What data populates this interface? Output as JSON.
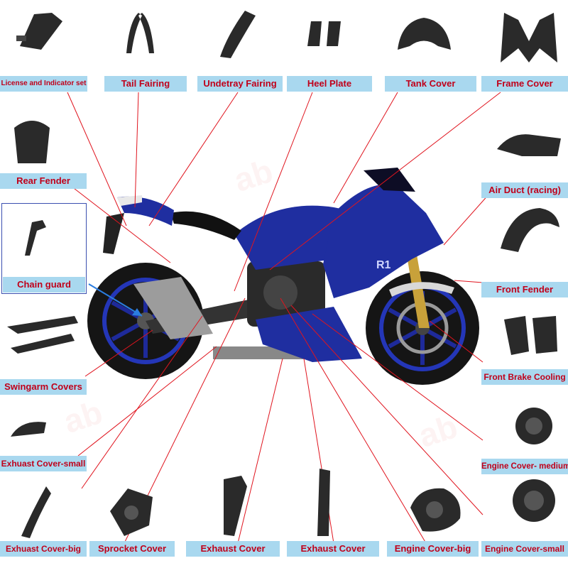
{
  "labels": {
    "license": "License and Indicator set",
    "tail": "Tail Fairing",
    "undertray": "Undetray Fairing",
    "heel": "Heel Plate",
    "tank": "Tank Cover",
    "frame": "Frame Cover",
    "rear_fender": "Rear Fender",
    "air_duct": "Air Duct  (racing)",
    "chain_guard": "Chain guard",
    "front_fender": "Front Fender",
    "swingarm": "Swingarm Covers",
    "front_brake": "Front Brake Cooling",
    "exhaust_small": "Exhuast Cover-small",
    "engine_medium": "Engine Cover- medium",
    "exhaust_big": "Exhuast Cover-big",
    "sprocket": "Sprocket Cover",
    "exhaust_cover_1": "Exhaust Cover",
    "exhaust_cover_2": "Exhaust Cover",
    "engine_big": "Engine Cover-big",
    "engine_small": "Engine Cover-small"
  },
  "colors": {
    "label_bg": "#a9d8ef",
    "label_text": "#c0001a",
    "leader_line": "#e0141e",
    "bike_blue": "#1f2ea0",
    "carbon": "#2a2a2a"
  }
}
